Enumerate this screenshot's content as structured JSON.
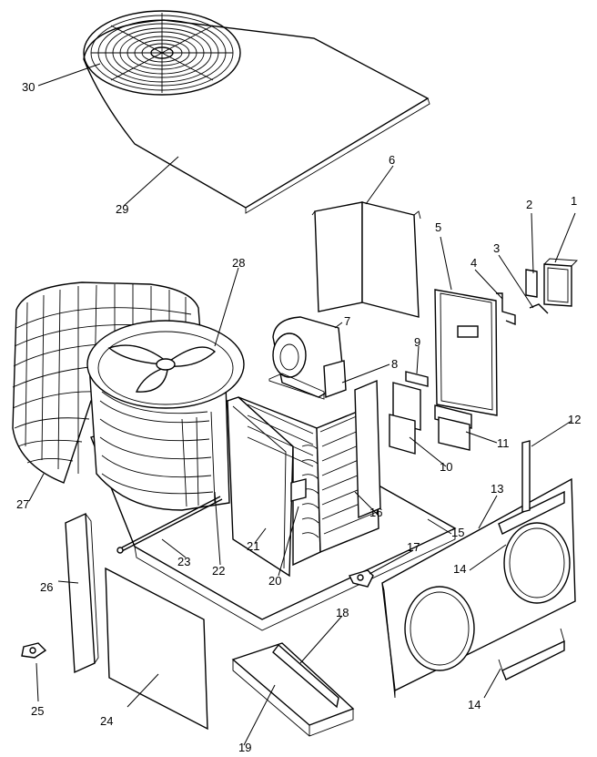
{
  "callouts": [
    {
      "id": "c1",
      "text": "1"
    },
    {
      "id": "c2",
      "text": "2"
    },
    {
      "id": "c3",
      "text": "3"
    },
    {
      "id": "c4",
      "text": "4"
    },
    {
      "id": "c5",
      "text": "5"
    },
    {
      "id": "c6",
      "text": "6"
    },
    {
      "id": "c7",
      "text": "7"
    },
    {
      "id": "c8",
      "text": "8"
    },
    {
      "id": "c9",
      "text": "9"
    },
    {
      "id": "c10",
      "text": "10"
    },
    {
      "id": "c11",
      "text": "11"
    },
    {
      "id": "c12",
      "text": "12"
    },
    {
      "id": "c13",
      "text": "13"
    },
    {
      "id": "c14a",
      "text": "14"
    },
    {
      "id": "c14b",
      "text": "14"
    },
    {
      "id": "c15",
      "text": "15"
    },
    {
      "id": "c16",
      "text": "16"
    },
    {
      "id": "c17",
      "text": "17"
    },
    {
      "id": "c18",
      "text": "18"
    },
    {
      "id": "c19",
      "text": "19"
    },
    {
      "id": "c20",
      "text": "20"
    },
    {
      "id": "c21",
      "text": "21"
    },
    {
      "id": "c22",
      "text": "22"
    },
    {
      "id": "c23",
      "text": "23"
    },
    {
      "id": "c24",
      "text": "24"
    },
    {
      "id": "c25",
      "text": "25"
    },
    {
      "id": "c26",
      "text": "26"
    },
    {
      "id": "c27",
      "text": "27"
    },
    {
      "id": "c28",
      "text": "28"
    },
    {
      "id": "c29",
      "text": "29"
    },
    {
      "id": "c30",
      "text": "30"
    }
  ]
}
